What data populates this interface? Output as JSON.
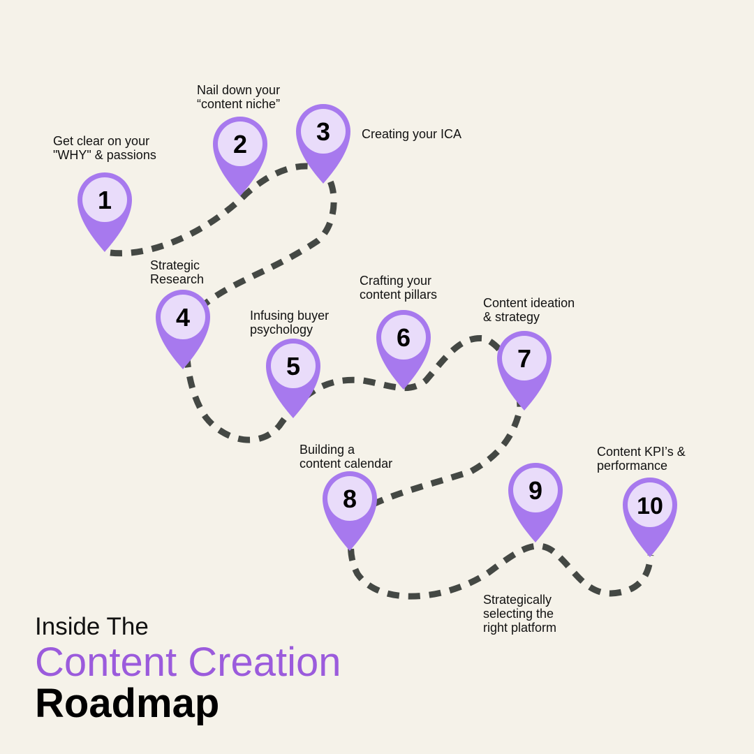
{
  "title": {
    "line1": "Inside The",
    "line2": "Content Creation",
    "line3": "Roadmap"
  },
  "colors": {
    "background": "#f5f2e9",
    "pin": "#a779ee",
    "pin_inner": "#e9dcfa",
    "path": "#444844",
    "accent_text": "#9b5bdc"
  },
  "steps": [
    {
      "number": "1",
      "label_lines": [
        "Get clear on your",
        "\"WHY\" & passions"
      ]
    },
    {
      "number": "2",
      "label_lines": [
        "Nail down your",
        "“content niche”"
      ]
    },
    {
      "number": "3",
      "label_lines": [
        "Creating your ICA"
      ]
    },
    {
      "number": "4",
      "label_lines": [
        "Strategic",
        "Research"
      ]
    },
    {
      "number": "5",
      "label_lines": [
        "Infusing buyer",
        "psychology"
      ]
    },
    {
      "number": "6",
      "label_lines": [
        "Crafting your",
        "content pillars"
      ]
    },
    {
      "number": "7",
      "label_lines": [
        "Content ideation",
        "& strategy"
      ]
    },
    {
      "number": "8",
      "label_lines": [
        "Building a",
        "content calendar"
      ]
    },
    {
      "number": "9",
      "label_lines": [
        "Strategically",
        "selecting the",
        "right platform"
      ]
    },
    {
      "number": "10",
      "label_lines": [
        "Content KPI’s &",
        "performance"
      ]
    }
  ]
}
